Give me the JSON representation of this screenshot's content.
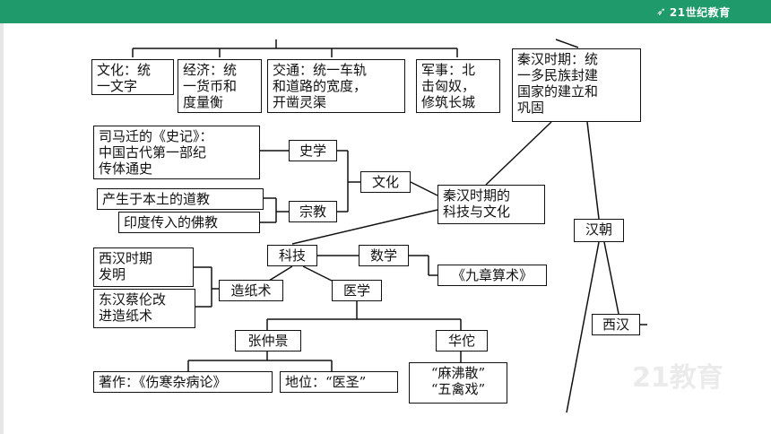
{
  "header": {
    "logo_mark": "21",
    "logo_text": "21世纪教育"
  },
  "colors": {
    "brand": "#1f9a6a",
    "line": "#111111"
  },
  "boxes": {
    "culture_unify": "文化：统\n一文字",
    "economy": "经济：统\n一货币和\n度量衡",
    "transport": "交通：统一车轨\n和道路的宽度，\n开凿灵渠",
    "military": "军事：北\n击匈奴，\n修筑长城",
    "qinhan_period": "秦汉时期：统\n一多民族封建\n国家的建立和\n巩固",
    "shiji": "司马迁的《史记》：\n中国古代第一部纪\n传体通史",
    "history": "史学",
    "taoism": "产生于本土的道教",
    "culture": "文化",
    "qinhan_sci": "秦汉时期的\n科技与文化",
    "buddhism": "印度传入的佛教",
    "religion": "宗教",
    "han": "汉朝",
    "xihan_invent": "西汉时期\n发明",
    "tech": "科技",
    "math": "数学",
    "jiuzhang": "《九章算术》",
    "papermaking": "造纸术",
    "medicine": "医学",
    "cailun": "东汉蔡伦改\n进造纸术",
    "xihan": "西汉",
    "zhangzhongjing": "张仲景",
    "huatuo": "华佗",
    "shanghan": "著作：《伤寒杂病论》",
    "yisheng": "地位：“医圣”",
    "mafei": "“麻沸散”\n“五禽戏”"
  },
  "watermark": "21教育"
}
